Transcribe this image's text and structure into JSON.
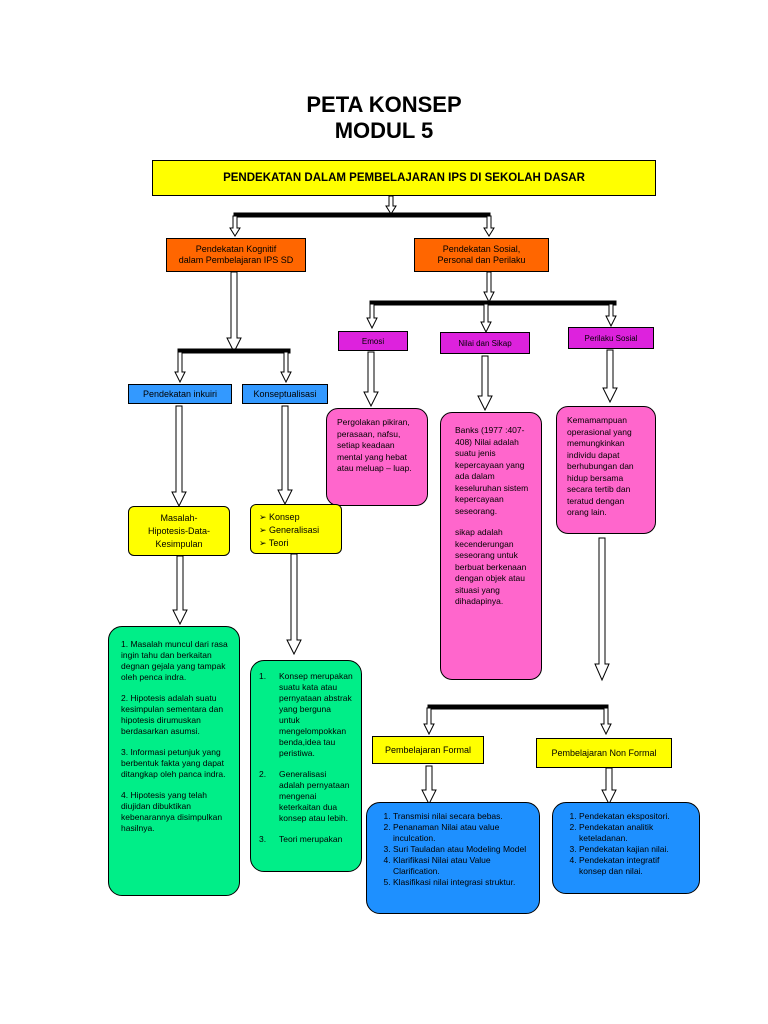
{
  "title": {
    "line1": "PETA KONSEP",
    "line2": "MODUL 5"
  },
  "header": "PENDEKATAN DALAM PEMBELAJARAN IPS DI SEKOLAH DASAR",
  "kognitif": {
    "line1": "Pendekatan Kognitif",
    "line2": "dalam Pembelajaran IPS SD"
  },
  "sosial": {
    "line1": "Pendekatan Sosial,",
    "line2": "Personal dan Perilaku"
  },
  "inkuiri": "Pendekatan inkuiri",
  "konseptualisasi": "Konseptualisasi",
  "emosi": "Emosi",
  "nilai_sikap": "Nilai dan Sikap",
  "perilaku_sosial": "Perilaku Sosial",
  "masalah": "Masalah-Hipotesis-Data-Kesimpulan",
  "konsep_list": [
    "Konsep",
    "Generalisasi",
    "Teori"
  ],
  "emosi_desc": "Pergolakan pikiran, perasaan, nafsu, setiap keadaan mental yang hebat atau meluap – luap.",
  "nilai_desc": {
    "p1": "Banks (1977 :407-408) Nilai adalah suatu jenis kepercayaan yang ada dalam keseluruhan sistem kepercayaan seseorang.",
    "p2": "sikap adalah kecenderungan seseorang untuk berbuat berkenaan dengan objek atau situasi yang dihadapinya."
  },
  "perilaku_desc": "Kemamampuan operasional yang memungkinkan individu dapat berhubungan dan hidup bersama secara tertib dan teratud dengan orang lain.",
  "inkuiri_list": [
    "1. Masalah muncul dari rasa ingin tahu dan berkaitan degnan gejala yang tampak oleh penca indra.",
    "2. Hipotesis adalah suatu kesimpulan sementara dan hipotesis dirumuskan berdasarkan asumsi.",
    "3. Informasi petunjuk yang berbentuk fakta yang dapat ditangkap oleh panca indra.",
    "4. Hipotesis yang telah diujidan dibuktikan kebenarannya disimpulkan hasilnya."
  ],
  "konsep_desc": [
    {
      "num": "1.",
      "text": "Konsep merupakan suatu kata atau pernyataan abstrak yang berguna untuk mengelompokkan benda,idea tau peristiwa."
    },
    {
      "num": "2.",
      "text": "Generalisasi adalah pernyataan mengenai keterkaitan dua konsep atau lebih."
    },
    {
      "num": "3.",
      "text": "Teori merupakan"
    }
  ],
  "formal": "Pembelajaran Formal",
  "nonformal": "Pembelajaran Non Formal",
  "formal_list": [
    "Transmisi nilai secara bebas.",
    "Penanaman Nilai atau value inculcation.",
    "Suri Tauladan atau Modeling Model",
    "Klarifikasi Nilai atau Value Clarification.",
    "Klasifikasi nilai integrasi struktur."
  ],
  "nonformal_list": [
    "Pendekatan ekspositori.",
    "Pendekatan analitik keteladanan.",
    "Pendekatan kajian nilai.",
    "Pendekatan integratif konsep dan nilai."
  ]
}
